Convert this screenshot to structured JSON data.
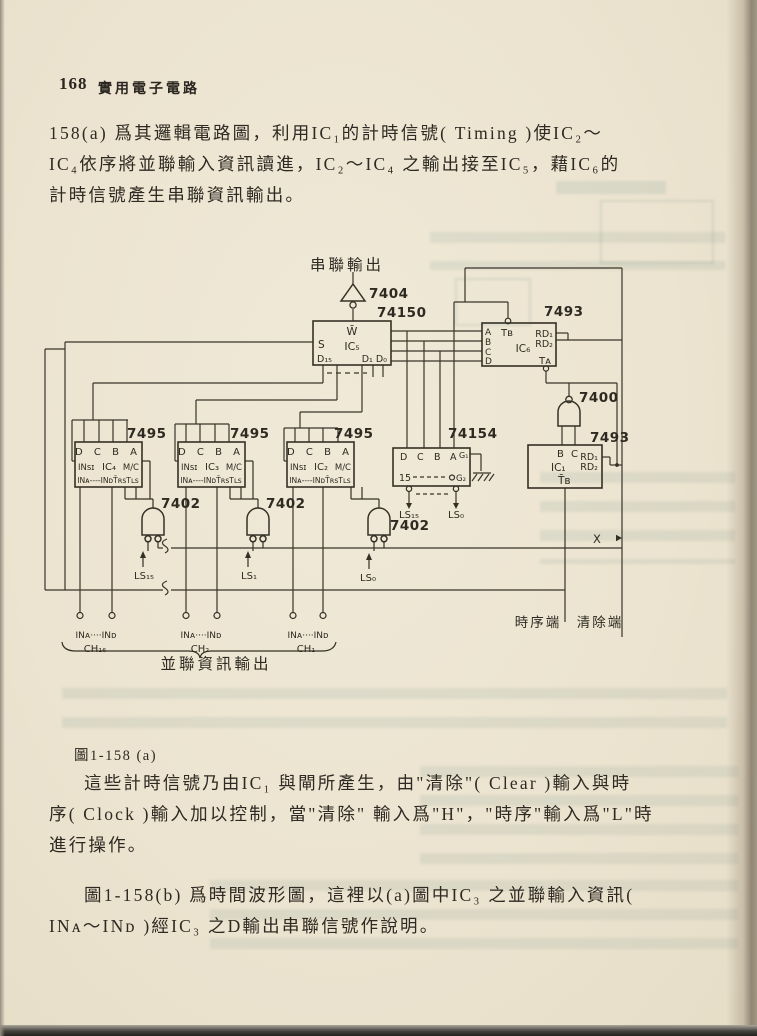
{
  "page": {
    "number": "168",
    "title": "實用電子電路"
  },
  "intro": {
    "l1": "158(a) 爲其邏輯電路圖，利用IC₁的計時信號( Timing )使IC₂～",
    "l2": "IC₄依序將並聯輸入資訊讀進，IC₂～IC₄ 之輸出接至IC₅，藉IC₆的",
    "l3": "計時信號產生串聯資訊輸出。"
  },
  "figure": {
    "caption": "圖1-158 (a)",
    "serial_output": "串聯輸出",
    "parallel_io": "並聯資訊輸出",
    "clock_terminal": "時序端",
    "clear_terminal": "清除端",
    "x_label": "X",
    "inverter": {
      "part": "7404"
    },
    "mux": {
      "part": "74150",
      "name": "IC₅",
      "pin_w": "W̄",
      "pin_s": "S",
      "pin_d15": "D₁₅",
      "pin_d1d0": "D₁ D₀"
    },
    "counter2": {
      "part": "7493",
      "name": "IC₆",
      "pin_a": "A",
      "pin_b": "B",
      "pin_c": "C",
      "pin_d": "D",
      "pin_tb": "Tʙ",
      "pin_ta": "Tᴀ",
      "pin_rd1": "RD₁",
      "pin_rd2": "RD₂"
    },
    "nand": {
      "part": "7400"
    },
    "counter1": {
      "part": "7493",
      "name": "IC₁",
      "pin_b": "B",
      "pin_c": "C",
      "pin_tb": "T̄ʙ",
      "pin_rd1": "RD₁",
      "pin_rd2": "RD₂"
    },
    "decoder": {
      "part": "74154",
      "pin_d": "D",
      "pin_c": "C",
      "pin_b": "B",
      "pin_a": "A",
      "pin_g1": "G₁",
      "pin_15": "15",
      "pin_g2": "G₂",
      "ls15": "LS₁₅",
      "ls0": "LS₀"
    },
    "registers": [
      {
        "part": "7495",
        "row1": "D C B A",
        "pin_insi": "INsɪ",
        "name": "IC₄",
        "pin_mc": "M/C",
        "row3": "INᴀ----INᴅT̄ʀsTʟs",
        "gate": "7402",
        "ls": "LS₁₅",
        "in_range": "INᴀ····INᴅ",
        "channel": "CH₁₆"
      },
      {
        "part": "7495",
        "row1": "D C B A",
        "pin_insi": "INsɪ",
        "name": "IC₃",
        "pin_mc": "M/C",
        "row3": "INᴀ----INᴅT̄ʀsTʟs",
        "gate": "7402",
        "ls": "LS₁",
        "in_range": "INᴀ····INᴅ",
        "channel": "CH₂"
      },
      {
        "part": "7495",
        "row1": "D C B A",
        "pin_insi": "INsɪ",
        "name": "IC₂",
        "pin_mc": "M/C",
        "row3": "INᴀ----INᴅT̄ʀsTʟs",
        "gate": "7402",
        "ls": "LS₀",
        "in_range": "INᴀ····INᴅ",
        "channel": "CH₁"
      }
    ]
  },
  "para2": {
    "l1": "這些計時信號乃由IC₁ 與閘所產生，由\"清除\"( Clear )輸入與時",
    "l2": "序( Clock )輸入加以控制，當\"清除\" 輸入爲\"H\"，\"時序\"輸入爲\"L\"時",
    "l3": "進行操作。"
  },
  "para3": {
    "l1": "圖1-158(b) 爲時間波形圖，這裡以(a)圖中IC₃ 之並聯輸入資訊(",
    "l2": "INᴀ～INᴅ )經IC₃ 之D輸出串聯信號作說明。"
  }
}
